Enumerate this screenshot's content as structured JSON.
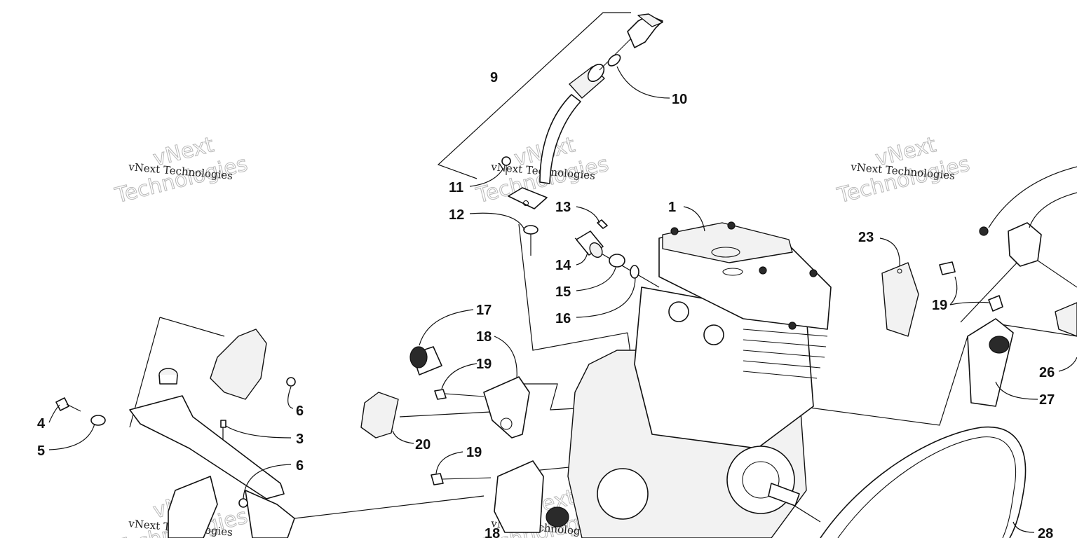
{
  "diagram": {
    "callouts": [
      {
        "id": "1",
        "label": "1"
      },
      {
        "id": "3",
        "label": "3"
      },
      {
        "id": "4",
        "label": "4"
      },
      {
        "id": "5",
        "label": "5"
      },
      {
        "id": "6a",
        "label": "6"
      },
      {
        "id": "6b",
        "label": "6"
      },
      {
        "id": "9",
        "label": "9"
      },
      {
        "id": "10",
        "label": "10"
      },
      {
        "id": "11",
        "label": "11"
      },
      {
        "id": "12",
        "label": "12"
      },
      {
        "id": "13",
        "label": "13"
      },
      {
        "id": "14",
        "label": "14"
      },
      {
        "id": "15",
        "label": "15"
      },
      {
        "id": "16",
        "label": "16"
      },
      {
        "id": "17",
        "label": "17"
      },
      {
        "id": "18a",
        "label": "18"
      },
      {
        "id": "18b",
        "label": "18"
      },
      {
        "id": "19a",
        "label": "19"
      },
      {
        "id": "19b",
        "label": "19"
      },
      {
        "id": "19c",
        "label": "19"
      },
      {
        "id": "20",
        "label": "20"
      },
      {
        "id": "23",
        "label": "23"
      },
      {
        "id": "26",
        "label": "26"
      },
      {
        "id": "27",
        "label": "27"
      },
      {
        "id": "28",
        "label": "28"
      }
    ]
  },
  "watermark": {
    "word_1": "vNext",
    "word_2": "Technologies",
    "line": "vNext Technologies"
  },
  "colors": {
    "ink": "#111111",
    "background": "#ffffff",
    "watermark_outline": "#b8b8b8"
  }
}
